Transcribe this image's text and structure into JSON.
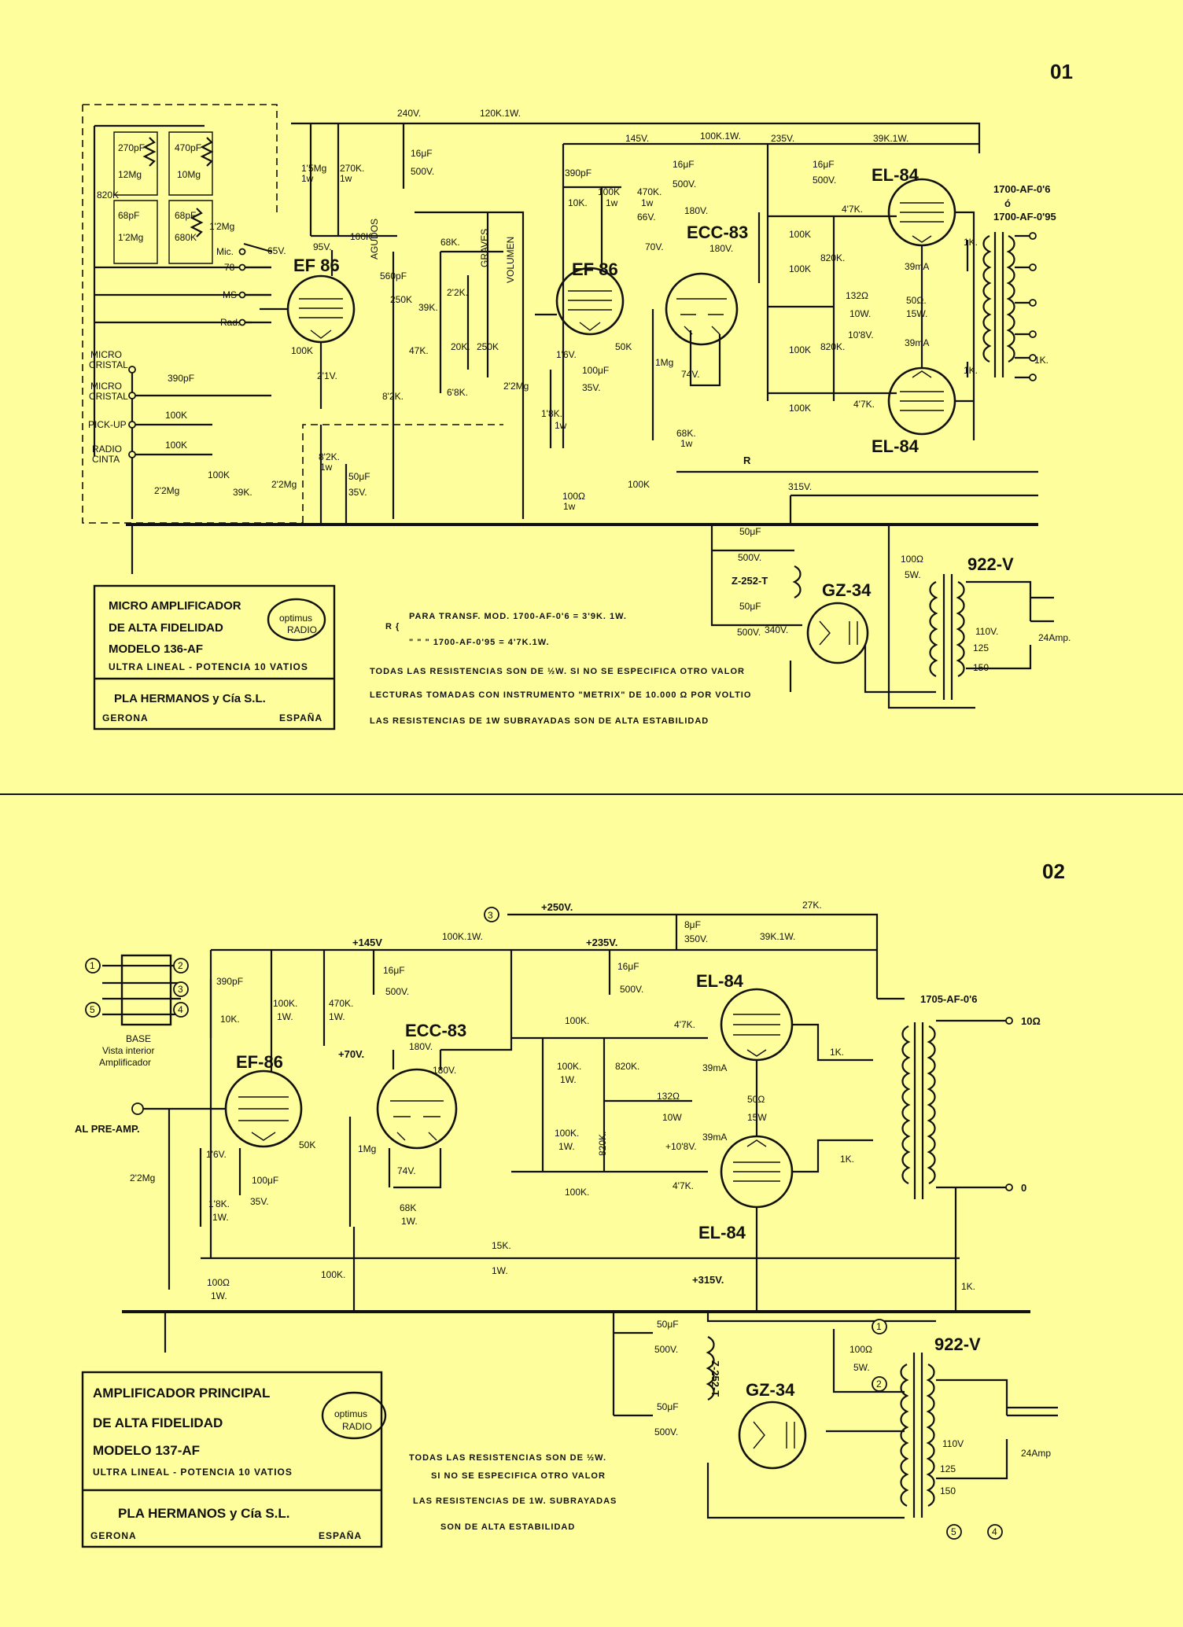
{
  "page1": {
    "page_number": "01",
    "tubes": {
      "ef86": "EF 86",
      "ecc83": "ECC-83",
      "el84": "EL-84",
      "gz34": "GZ-34"
    },
    "transformer": {
      "t1": "1700-AF-0'6",
      "or": "ó",
      "t2": "1700-AF-0'95",
      "power": "922-V"
    },
    "inputs": {
      "micro": "MICRO",
      "cristal": "CRISTAL",
      "pickup": "PICK-UP",
      "radio": "RADIO",
      "cinta": "CINTA"
    },
    "switch": {
      "mic": "Mic.",
      "r78": "78",
      "ms": "MS",
      "rad": "Rad."
    },
    "tone": {
      "agudos": "AGUDOS",
      "graves": "GRAVES",
      "volumen": "VOLUMEN"
    },
    "taps": {
      "t110": "110V.",
      "t125": "125",
      "t150": "150"
    },
    "labels": {
      "c270pf": "270pF",
      "c470pf": "470pF",
      "r12mg": "12Mg",
      "r10mg": "10Mg",
      "r820k_in": "820K",
      "c68pf": "68pF",
      "r1_2mg": "1'2Mg",
      "r680k": "680K",
      "v65": "65V.",
      "c390pf": "390pF",
      "r100k": "100K",
      "r2_2mg": "2'2Mg",
      "r39k": "39K.",
      "r1_5mg": "1'5Mg",
      "w1": "1w",
      "r270k": "270K.",
      "v95": "95V.",
      "v2_1": "2'1V.",
      "r8_2k": "8'2K.",
      "c50uf": "50μF",
      "v35": "35V.",
      "v240": "240V.",
      "r120k_1w": "120K.1W.",
      "c16uf": "16μF",
      "v500": "500V.",
      "c560pf": "560pF",
      "r250k": "250K",
      "r68k": "68K.",
      "r2_2k": "2'2K.",
      "r20k": "20K.",
      "r47k": "47K.",
      "r6_8k": "6'8K.",
      "r10k": "10K.",
      "r470k": "470K.",
      "v66": "66V.",
      "v145": "145V.",
      "r100k_1w": "100K.1W.",
      "v70": "70V.",
      "r50k": "50K",
      "v1_6": "1'6V.",
      "c100uf": "100μF",
      "r1_8k": "1'8K.",
      "r100ohm": "100Ω",
      "v180": "180V.",
      "r1mg": "1Mg",
      "v74": "74V.",
      "R": "R",
      "v235": "235V.",
      "r39k_1w": "39K.1W.",
      "r820k": "820K.",
      "r4_7k": "4'7K.",
      "r132ohm": "132Ω",
      "w10": "10W.",
      "v10_8": "10'8V.",
      "ma39": "39mA",
      "r50ohm": "50Ω.",
      "w15": "15W.",
      "r1k": "1K.",
      "v315": "315V.",
      "v340": "340V.",
      "choke": "Z-252-T",
      "w5": "5W.",
      "lamp": "24Amp."
    },
    "notes": {
      "r_prefix": "R {",
      "r_line1": "PARA TRANSF. MOD. 1700-AF-0'6 = 3'9K. 1W.",
      "r_line2": "\"      \"      \"   1700-AF-0'95 = 4'7K.1W.",
      "line3": "TODAS LAS RESISTENCIAS SON DE ½W. SI NO SE ESPECIFICA OTRO VALOR",
      "line4": "LECTURAS TOMADAS CON INSTRUMENTO \"METRIX\" DE 10.000 Ω POR VOLTIO",
      "line5": "LAS RESISTENCIAS DE 1W SUBRAYADAS SON DE ALTA ESTABILIDAD"
    },
    "title": {
      "line1": "MICRO AMPLIFICADOR",
      "line2": "DE ALTA FIDELIDAD",
      "model": "MODELO 136-AF",
      "subtitle": "ULTRA LINEAL - POTENCIA 10 VATIOS",
      "maker": "PLA HERMANOS y Cía S.L.",
      "city": "GERONA",
      "country": "ESPAÑA",
      "brand": "optimus",
      "radio": "RADIO"
    }
  },
  "page2": {
    "page_number": "02",
    "tubes": {
      "ef86": "EF-86",
      "ecc83": "ECC-83",
      "el84": "EL-84",
      "gz34": "GZ-34"
    },
    "transformer": {
      "output": "1705-AF-0'6",
      "power": "922-V"
    },
    "pins": {
      "p1": "1",
      "p2": "2",
      "p3": "3",
      "p4": "4",
      "p5": "5"
    },
    "base": {
      "title": "BASE",
      "sub1": "Vista interior",
      "sub2": "Amplificador"
    },
    "taps": {
      "t110": "110V",
      "t125": "125",
      "t150": "150"
    },
    "labels": {
      "v250": "+250V.",
      "r27k": "27K.",
      "v145": "+145V",
      "r100k_1w": "100K.1W.",
      "v235": "+235V.",
      "c8uf": "8μF",
      "v350": "350V.",
      "r39k_1w": "39K.1W.",
      "c16uf": "16μF",
      "v500": "500V.",
      "al_pre_amp": "AL PRE-AMP.",
      "c390pf": "390pF",
      "r10k": "10K.",
      "r100k": "100K.",
      "w1": "1W.",
      "r470k": "470K.",
      "v70": "+70V.",
      "r50k": "50K",
      "v1_6": "1'6V.",
      "c100uf": "100μF",
      "v35": "35V.",
      "r2_2mg": "2'2Mg",
      "r1_8k": "1'8K.",
      "r100ohm": "100Ω",
      "r15k": "15K.",
      "v180": "180V.",
      "r1mg": "1Mg",
      "v74": "74V.",
      "r68k": "68K",
      "r820k": "820K.",
      "r4_7k": "4'7K.",
      "r132ohm": "132Ω",
      "w10": "10W",
      "v10_8": "+10'8V.",
      "ma39": "39mA",
      "r50ohm": "50Ω",
      "w15": "15W",
      "r1k": "1K.",
      "r10ohm": "10Ω",
      "zero": "0",
      "v315": "+315V.",
      "c50uf": "50μF",
      "choke": "Z-252-T",
      "w5": "5W.",
      "lamp": "24Amp"
    },
    "notes": {
      "line1": "TODAS LAS RESISTENCIAS SON DE ½W.",
      "line2": "SI NO SE ESPECIFICA OTRO VALOR",
      "line3": "LAS RESISTENCIAS DE 1W. SUBRAYADAS",
      "line4": "SON DE ALTA ESTABILIDAD"
    },
    "title": {
      "line1": "AMPLIFICADOR PRINCIPAL",
      "line2": "DE ALTA FIDELIDAD",
      "model": "MODELO 137-AF",
      "subtitle": "ULTRA LINEAL - POTENCIA 10 VATIOS",
      "maker": "PLA HERMANOS y Cía S.L.",
      "city": "GERONA",
      "country": "ESPAÑA",
      "brand": "optimus",
      "radio": "RADIO"
    }
  },
  "colors": {
    "paper": "#fefe9c",
    "ink": "#111111"
  }
}
